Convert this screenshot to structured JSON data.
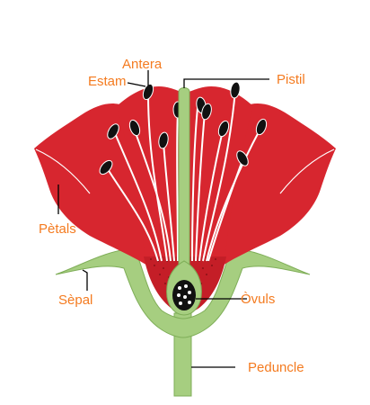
{
  "labels": {
    "antera": "Antera",
    "estam": "Estam",
    "pistil": "Pistil",
    "petals": "Pètals",
    "sepal": "Sèpal",
    "ovuls": "Òvuls",
    "peduncle": "Peduncle"
  },
  "colors": {
    "petal": "#d7262f",
    "petal_inner": "#c41e27",
    "green": "#a6ce80",
    "green_dark": "#7fae58",
    "label": "#f47b20",
    "leader": "#000000",
    "anther": "#111111",
    "filament": "#ffffff"
  },
  "icons": {
    "flower": "flower-diagram"
  }
}
